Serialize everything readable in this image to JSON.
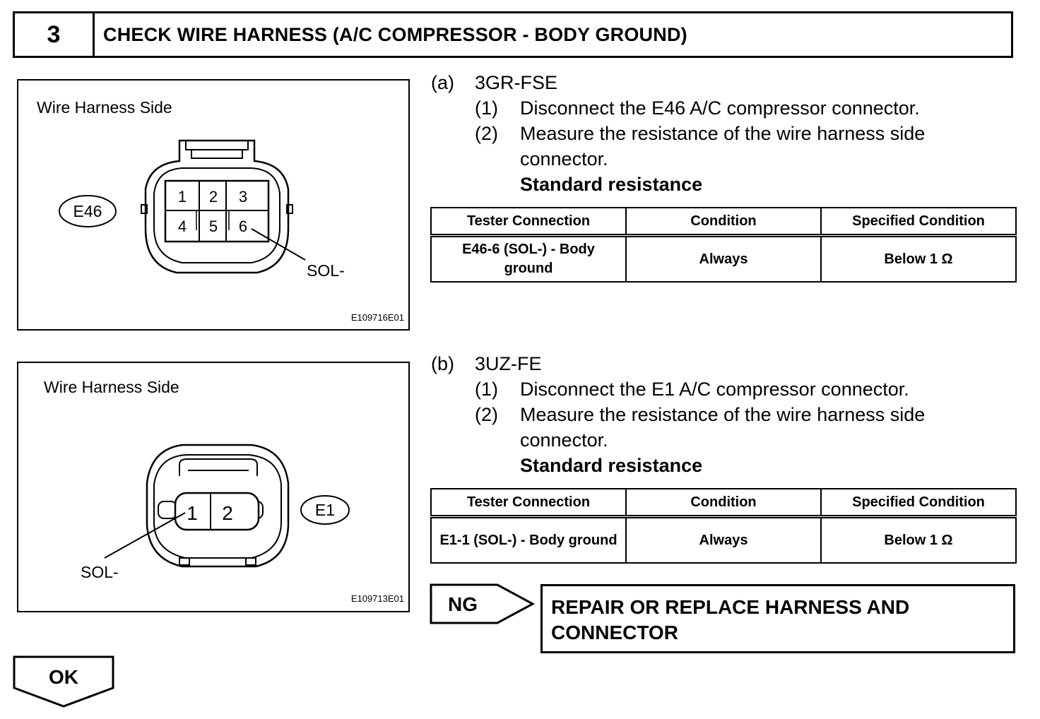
{
  "header": {
    "number": "3",
    "title": "CHECK WIRE HARNESS (A/C COMPRESSOR - BODY GROUND)"
  },
  "figure_a": {
    "side_label": "Wire Harness Side",
    "connector_id": "E46",
    "pins": [
      "1",
      "2",
      "3",
      "4",
      "5",
      "6"
    ],
    "callout": "SOL-",
    "figure_code": "E109716E01"
  },
  "figure_b": {
    "side_label": "Wire Harness Side",
    "connector_id": "E1",
    "pins": [
      "1",
      "2"
    ],
    "callout": "SOL-",
    "figure_code": "E109713E01"
  },
  "step_a": {
    "marker": "(a)",
    "engine": "3GR-FSE",
    "substeps": [
      {
        "marker": "(1)",
        "text": "Disconnect the E46 A/C compressor connector."
      },
      {
        "marker": "(2)",
        "text": "Measure the resistance of the wire harness side",
        "cont": "connector."
      }
    ],
    "standard": "Standard resistance",
    "table": {
      "headers": [
        "Tester Connection",
        "Condition",
        "Specified Condition"
      ],
      "row": {
        "connection": "E46-6 (SOL-) - Body ground",
        "condition": "Always",
        "specified": "Below 1 Ω"
      }
    }
  },
  "step_b": {
    "marker": "(b)",
    "engine": "3UZ-FE",
    "substeps": [
      {
        "marker": "(1)",
        "text": "Disconnect the E1 A/C compressor connector."
      },
      {
        "marker": "(2)",
        "text": "Measure the resistance of the wire harness side",
        "cont": "connector."
      }
    ],
    "standard": "Standard resistance",
    "table": {
      "headers": [
        "Tester Connection",
        "Condition",
        "Specified Condition"
      ],
      "row": {
        "connection": "E1-1 (SOL-) - Body ground",
        "condition": "Always",
        "specified": "Below 1 Ω"
      }
    }
  },
  "ng": {
    "label": "NG",
    "action": "REPAIR OR REPLACE HARNESS AND CONNECTOR"
  },
  "ok": {
    "label": "OK"
  }
}
